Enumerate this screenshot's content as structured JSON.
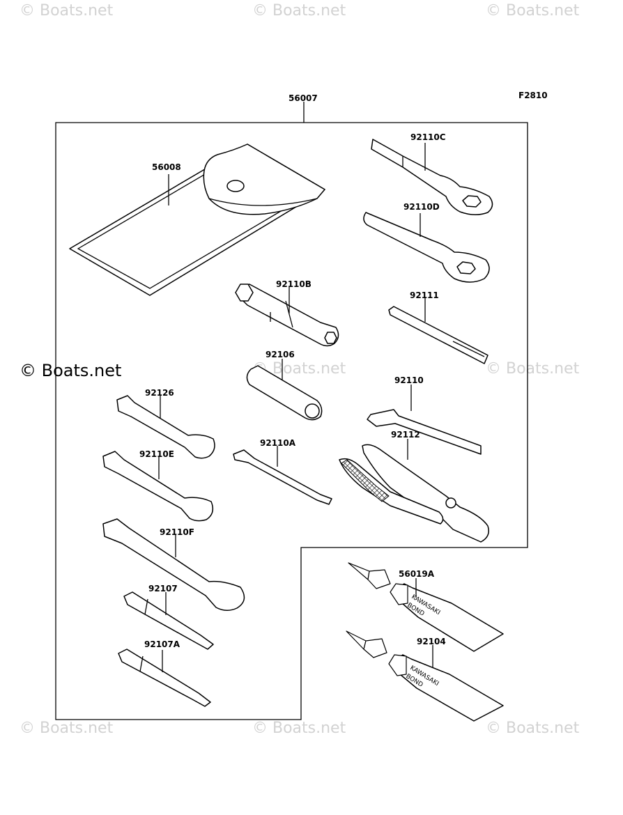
{
  "diagram_code": "F2810",
  "assembly_label": "56007",
  "parts": {
    "p56008": "56008",
    "p92110C": "92110C",
    "p92110D": "92110D",
    "p92110B": "92110B",
    "p92111": "92111",
    "p92106": "92106",
    "p92110": "92110",
    "p92126": "92126",
    "p92110A": "92110A",
    "p92112": "92112",
    "p92110E": "92110E",
    "p92110F": "92110F",
    "p56019A": "56019A",
    "p92107": "92107",
    "p92104": "92104",
    "p92107A": "92107A"
  },
  "tube_brand_line1": "KAWASAKI",
  "tube_brand_line2": "BOND",
  "watermarks": {
    "light": "© Boats.net",
    "dark": "© Boats.net"
  }
}
